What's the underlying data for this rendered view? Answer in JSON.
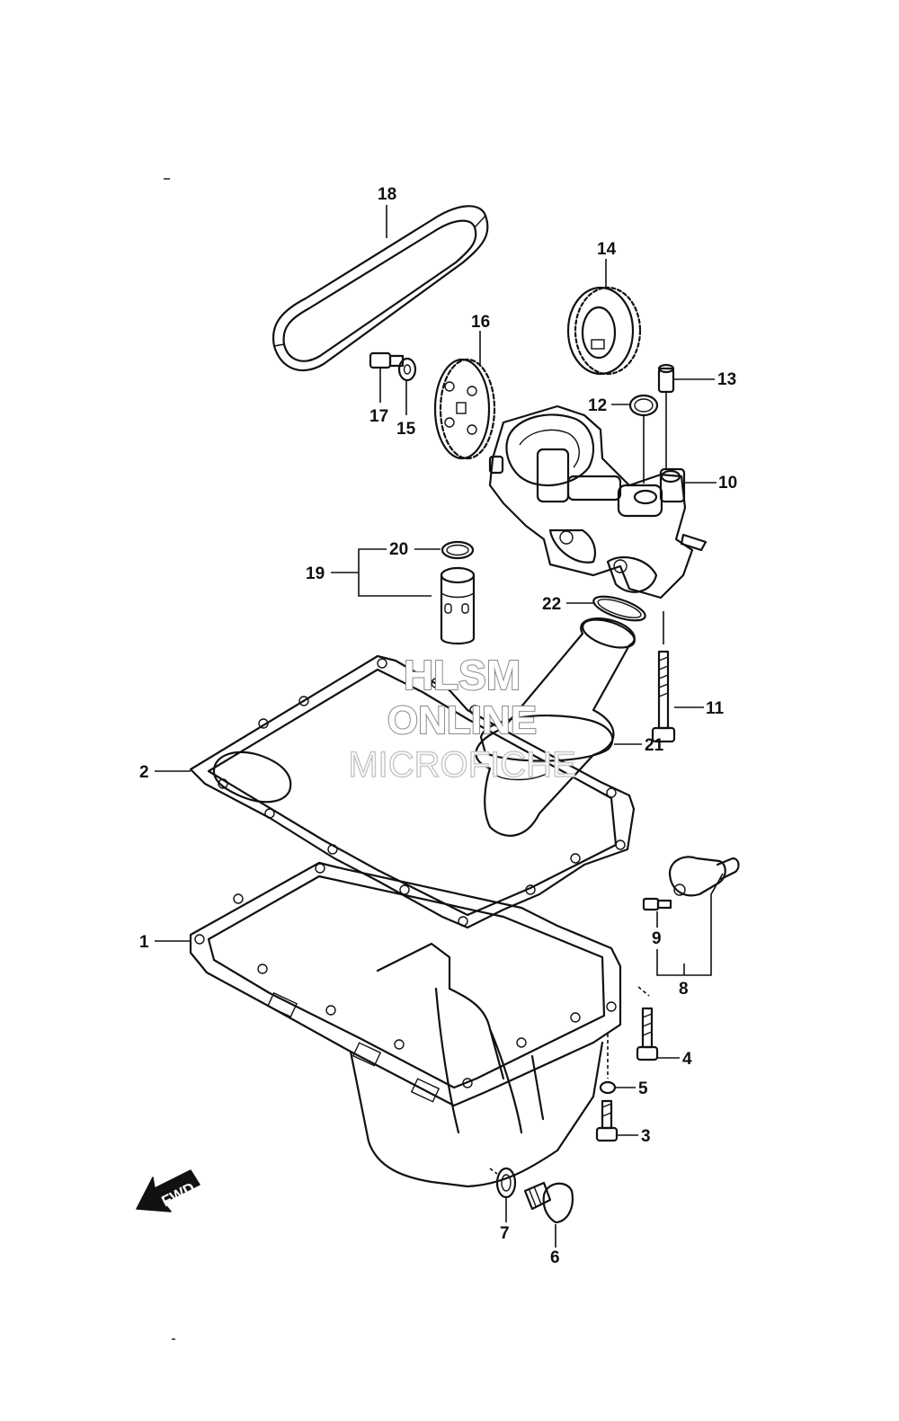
{
  "watermark": {
    "line1": "HLSM",
    "line2": "ONLINE",
    "line3": "MICROFICHE"
  },
  "direction_marker": {
    "label": "FWD",
    "icon": "arrow-down-left-icon"
  },
  "callouts": {
    "c1": "1",
    "c2": "2",
    "c3": "3",
    "c4": "4",
    "c5": "5",
    "c6": "6",
    "c7": "7",
    "c8": "8",
    "c9": "9",
    "c10": "10",
    "c11": "11",
    "c12": "12",
    "c13": "13",
    "c14": "14",
    "c15": "15",
    "c16": "16",
    "c17": "17",
    "c18": "18",
    "c19": "19",
    "c20": "20",
    "c21": "21",
    "c22": "22"
  }
}
